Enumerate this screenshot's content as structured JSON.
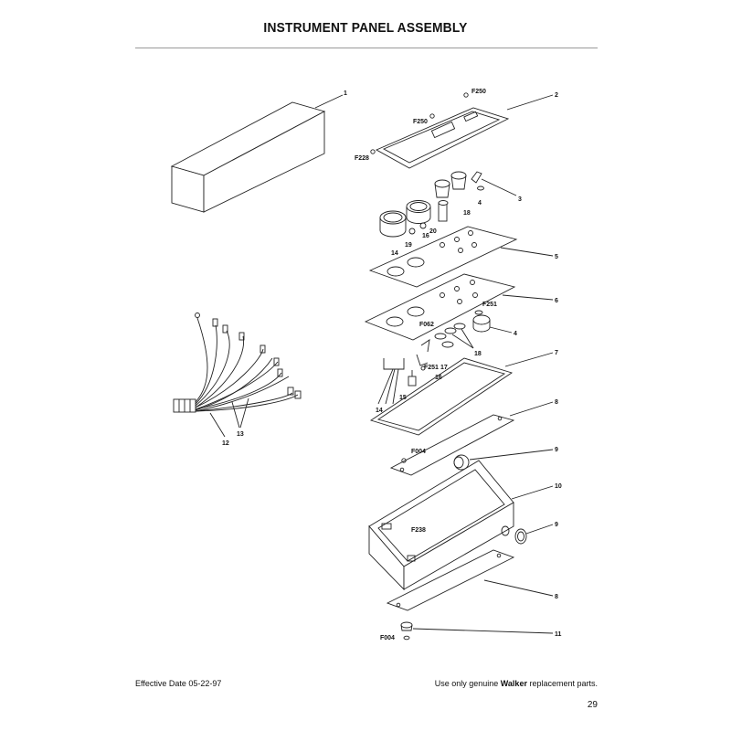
{
  "header": {
    "title": "INSTRUMENT PANEL ASSEMBLY"
  },
  "footer": {
    "effective_date": "Effective Date 05-22-97",
    "notice_pre": "Use only genuine ",
    "notice_brand": "Walker",
    "notice_post": " replacement parts.",
    "page_number": "29"
  },
  "callouts": {
    "c1": "1",
    "c2": "2",
    "c3": "3",
    "c4a": "4",
    "c4b": "4",
    "c5": "5",
    "c6": "6",
    "c7": "7",
    "c8a": "8",
    "c8b": "8",
    "c9a": "9",
    "c9b": "9",
    "c10": "10",
    "c11": "11",
    "c12": "12",
    "c13": "13",
    "c14a": "14",
    "c14b": "14",
    "c15": "15",
    "c16a": "16",
    "c16b": "16",
    "c17": "17",
    "c18a": "18",
    "c18b": "18",
    "c19": "19",
    "c20": "20",
    "f250a": "F250",
    "f250b": "F250",
    "f228": "F228",
    "f251a": "F251",
    "f251b": "F251",
    "f062": "F062",
    "f004a": "F004",
    "f004b": "F004",
    "f238": "F238"
  }
}
